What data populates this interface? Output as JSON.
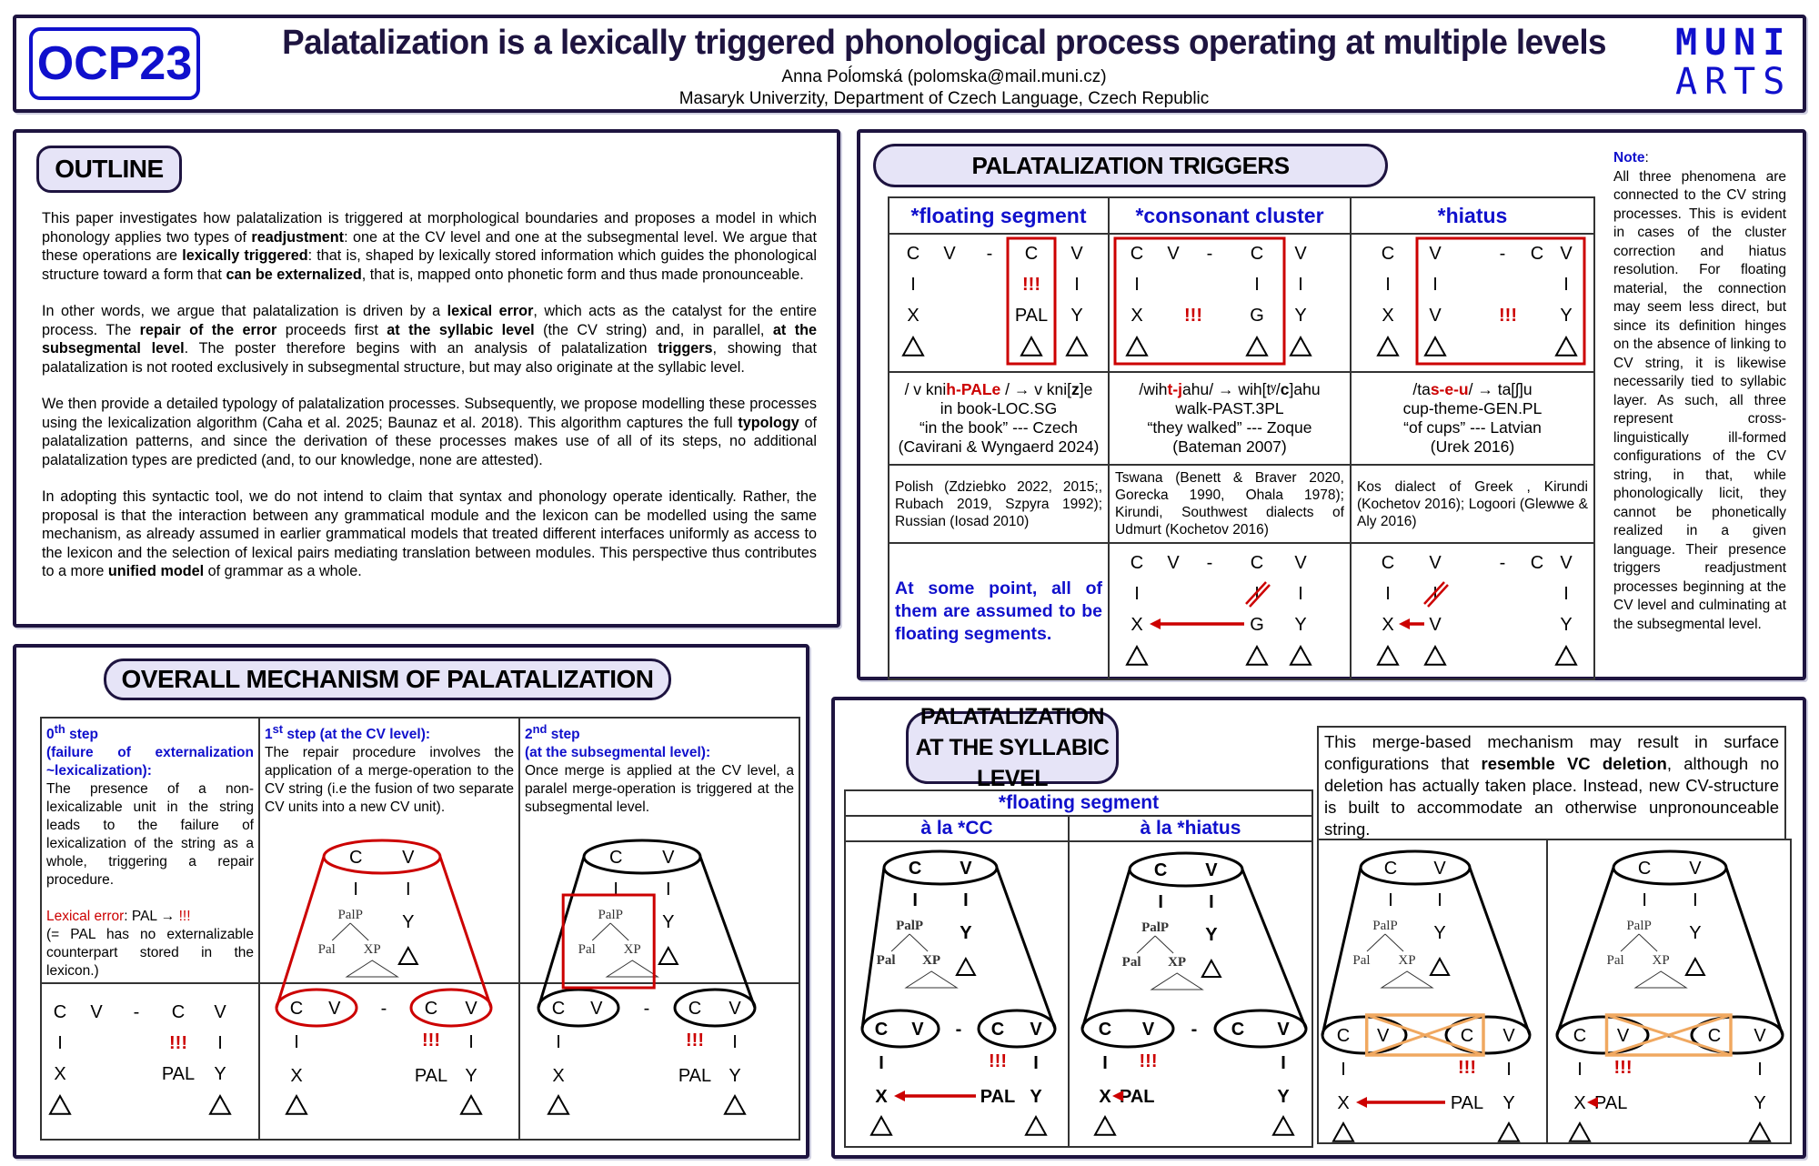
{
  "header": {
    "conference_logo": "OCP23",
    "title": "Palatalization is a lexically triggered phonological process operating at multiple levels",
    "author": "Anna Poĺomská (polomska@mail.muni.cz)",
    "affiliation": "Masaryk Univerzity, Department of Czech Language, Czech Republic",
    "university_logo_line1": "MUNI",
    "university_logo_line2": "ARTS"
  },
  "colors": {
    "accent_blue": "#1010cc",
    "error_red": "#cc0000",
    "frame_dark": "#1e1440",
    "pill_fill": "#e6e4f7",
    "merge_orange": "#f0a860"
  },
  "outline": {
    "heading": "OUTLINE",
    "paragraphs": [
      [
        {
          "t": "This paper investigates how palatalization is triggered at morphological boundaries and proposes a model in which phonology applies two types of "
        },
        {
          "t": "readjustment",
          "b": true
        },
        {
          "t": ": one at the CV level and one at the subsegmental level. We argue that these operations are "
        },
        {
          "t": "lexically triggered",
          "b": true
        },
        {
          "t": ": that is, shaped by lexically stored information which guides the phonological structure toward a form that "
        },
        {
          "t": "can be externalized",
          "b": true
        },
        {
          "t": ", that is, mapped onto phonetic form and thus made pronounceable."
        }
      ],
      [
        {
          "t": "In other words, we argue that palatalization is driven by a "
        },
        {
          "t": "lexical error",
          "b": true
        },
        {
          "t": ", which acts as the catalyst for the entire process. The "
        },
        {
          "t": "repair of the error",
          "b": true
        },
        {
          "t": " proceeds first "
        },
        {
          "t": "at the syllabic level",
          "b": true
        },
        {
          "t": " (the CV string) and, in parallel, "
        },
        {
          "t": "at the subsegmental level",
          "b": true
        },
        {
          "t": ". The poster therefore begins with an analysis of palatalization "
        },
        {
          "t": "triggers",
          "b": true
        },
        {
          "t": ", showing that palatalization is not rooted exclusively in subsegmental structure, but may also originate at the syllabic level."
        }
      ],
      [
        {
          "t": "We then provide a detailed typology of palatalization processes. Subsequently, we propose modelling these processes using the lexicalization algorithm (Caha et al. 2025; Baunaz et al. 2018). This algorithm captures the full "
        },
        {
          "t": "typology",
          "b": true
        },
        {
          "t": " of palatalization patterns, and since the derivation of these processes makes use of all of its steps, no additional palatalization types are predicted (and, to our knowledge, none are attested)."
        }
      ],
      [
        {
          "t": "In adopting this syntactic tool, we do not intend to claim that syntax and phonology operate identically. Rather, the proposal is that the interaction between any grammatical module and the lexicon can be modelled using the same mechanism, as already assumed in earlier grammatical models that treated different interfaces uniformly as access to the lexicon and the selection of lexical pairs mediating translation between modules. This perspective thus contributes to a more "
        },
        {
          "t": "unified model",
          "b": true
        },
        {
          "t": " of grammar as a whole."
        }
      ]
    ]
  },
  "triggers": {
    "heading": "PALATALIZATION TRIGGERS",
    "columns": [
      {
        "label": "*floating segment",
        "example": [
          [
            {
              "t": "/ v kni"
            },
            {
              "t": "h-PALe",
              "hl": true
            },
            {
              "t": " / → v kni["
            },
            {
              "t": "z",
              "bold": true
            },
            {
              "t": "]e"
            }
          ],
          [
            {
              "t": "in book-LOC.SG"
            }
          ],
          [
            {
              "t": "“in the book” --- Czech"
            }
          ],
          [
            {
              "t": "(Cavirani & Wyngaerd 2024)"
            }
          ]
        ],
        "references": "Polish (Zdziebko 2022, 2015;, Rubach 2019, Szpyra 1992); Russian (Iosad 2010)"
      },
      {
        "label": "*consonant cluster",
        "example": [
          [
            {
              "t": "/wih"
            },
            {
              "t": "t-j",
              "hl": true
            },
            {
              "t": "ahu/ → wih[tʸ/"
            },
            {
              "t": "c",
              "bold": true
            },
            {
              "t": "]ahu"
            }
          ],
          [
            {
              "t": "walk-PAST.3PL"
            }
          ],
          [
            {
              "t": "“they walked” --- Zoque"
            }
          ],
          [
            {
              "t": "(Bateman 2007)"
            }
          ]
        ],
        "references": "Tswana (Benett & Braver 2020, Gorecka 1990, Ohala 1978); Kirundi, Southwest dialects of Udmurt (Kochetov 2016)"
      },
      {
        "label": "*hiatus",
        "example": [
          [
            {
              "t": "/ta"
            },
            {
              "t": "s-e-u",
              "hl": true
            },
            {
              "t": "/ → ta[ʃ]u"
            }
          ],
          [
            {
              "t": "cup-theme-GEN.PL"
            }
          ],
          [
            {
              "t": "“of cups” --- Latvian"
            }
          ],
          [
            {
              "t": "(Urek 2016)"
            }
          ]
        ],
        "references": "Kos dialect of Greek , Kirundi (Kochetov 2016); Logoori (Glewwe & Aly 2016)"
      }
    ],
    "assumption": "At some point, all of them are assumed to be floating segments.",
    "note_label": "Note",
    "note_text": "All three phenomena are connected to the CV string processes. This is evident in cases of the cluster correction and hiatus resolution. For floating material, the connection may seem less direct, but since its definition hinges on the absence of linking to CV string, it is likewise necessarily tied to syllabic layer. As such, all three represent cross-linguistically ill-formed configurations of the CV string, in that, while phonologically licit, they cannot be phonetically realized in a given language. Their presence triggers readjustment processes beginning at the CV level and culminating at the subsegmental level."
  },
  "diagram_symbols": {
    "C": "C",
    "V": "V",
    "dash": "-",
    "link": "I",
    "error": "!!!",
    "X": "X",
    "Y": "Y",
    "G": "G",
    "PAL": "PAL",
    "tri": "△",
    "PalP": "PalP",
    "Pal": "Pal",
    "XP": "XP"
  },
  "mechanism": {
    "heading": "OVERALL MECHANISM OF PALATALIZATION",
    "steps": [
      {
        "head_prefix": "0",
        "head_sup": "th",
        "head_rest": " step",
        "head_line2": "(failure of externalization ~lexicalization):",
        "text": "The presence of a non-lexicalizable unit in the string leads to the failure of lexicalization of the string as a whole, triggering a repair procedure.",
        "error_label": "Lexical error",
        "error_rule": ": PAL → ",
        "error_mark": "!!!",
        "error_gloss": "(= PAL has no externalizable counterpart stored in the lexicon.)"
      },
      {
        "head_prefix": "1",
        "head_sup": "st",
        "head_rest": " step (at the CV level):",
        "text": "The repair procedure involves the application of a merge-operation to the CV string (i.e  the fusion of two separate CV units into a new CV unit)."
      },
      {
        "head_prefix": "2",
        "head_sup": "nd",
        "head_rest": " step",
        "head_line2": "(at the subsegmental level):",
        "text": "Once merge is applied at the CV level, a paralel merge-operation is triggered at the subsegmental level."
      }
    ]
  },
  "syllabic": {
    "heading_line1": "PALATALIZATION",
    "heading_line2": "AT THE SYLLABIC LEVEL",
    "group_label": "*floating segment",
    "sub_labels": [
      "à la *CC",
      "à la *hiatus"
    ],
    "vc_text": [
      {
        "t": "This merge-based mechanism may result in surface configurations that "
      },
      {
        "t": "resemble VC deletion",
        "b": true
      },
      {
        "t": ", although no deletion has actually taken place. Instead, new CV-structure is built to accommodate an otherwise unpronounceable string."
      }
    ]
  }
}
